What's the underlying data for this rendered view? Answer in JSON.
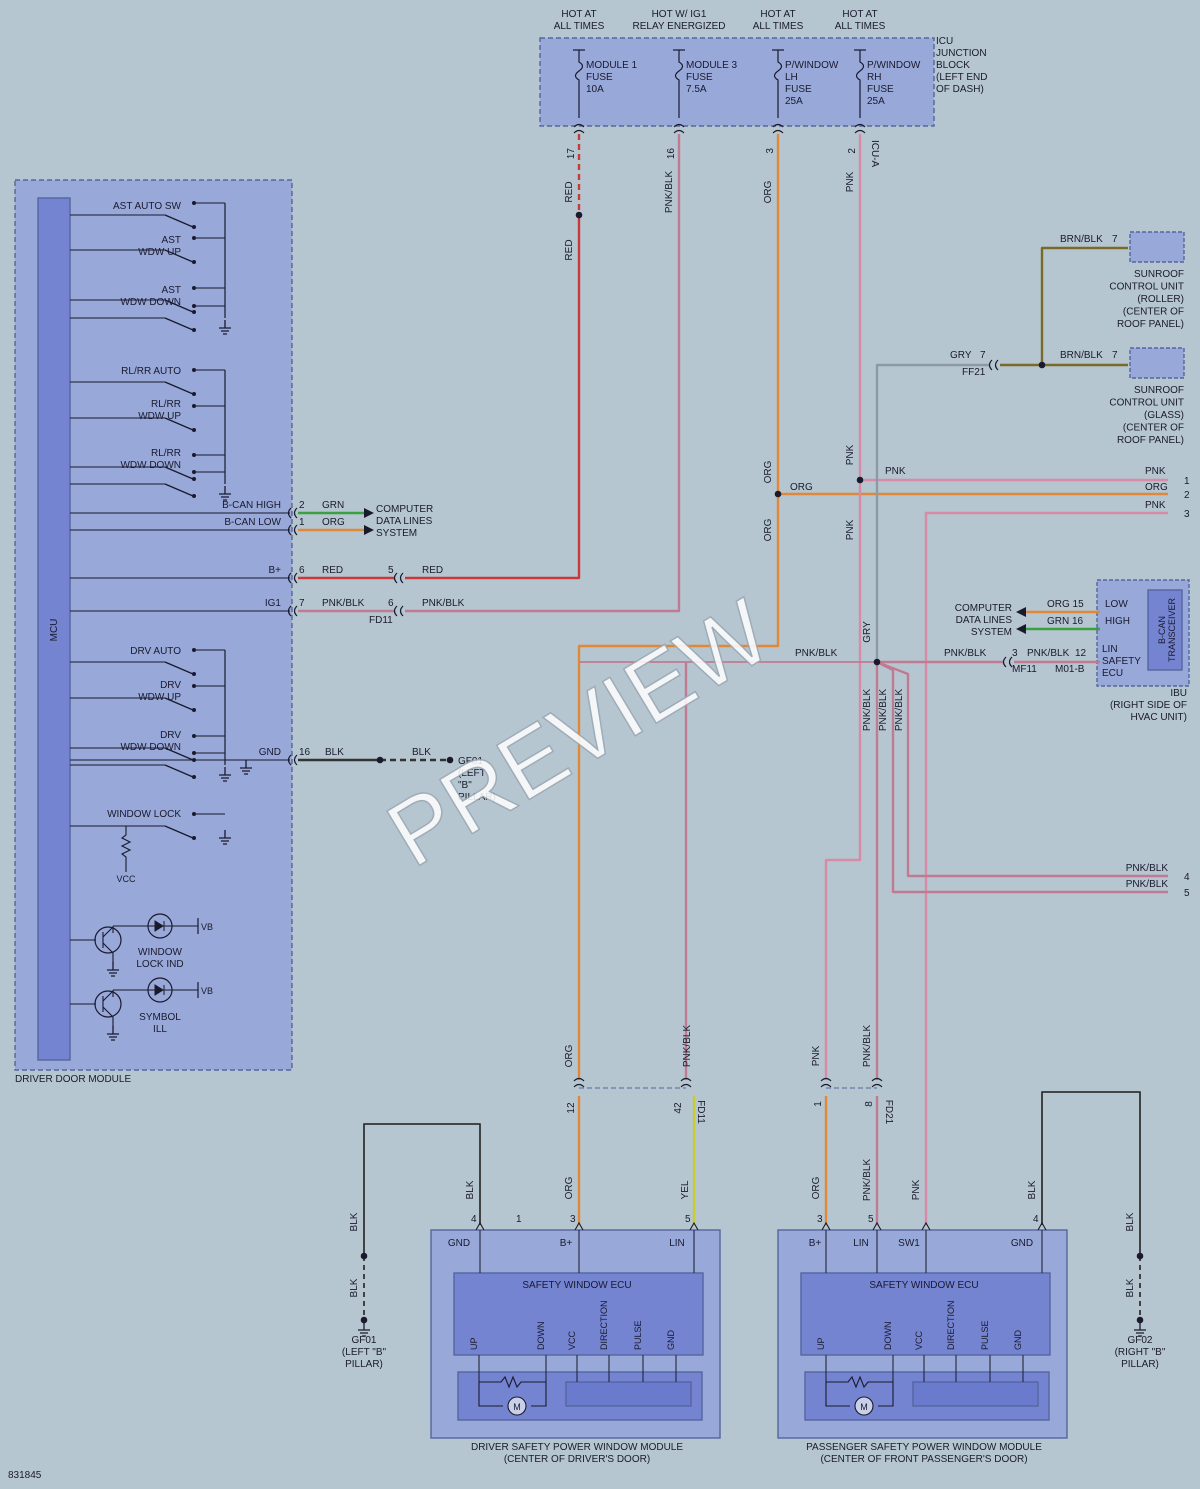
{
  "diagram_id": "831845",
  "watermark": "PREVIEW",
  "colors": {
    "background": "#b6c6d0",
    "module_fill": "#98a8d8",
    "module_stroke": "#5565a0",
    "ecu_fill": "#7484d0",
    "wire_red": "#c83a3a",
    "wire_org": "#e08838",
    "wire_pnk": "#d88aa6",
    "wire_pnk_blk": "#c07a92",
    "wire_grn": "#3aa040",
    "wire_blk": "#333333",
    "wire_gry": "#8c9aa6",
    "wire_brn": "#7a6a2a",
    "wire_yel": "#c8cc30",
    "symbol_dark": "#1a1a2e"
  },
  "icu": {
    "label_lines": [
      "ICU",
      "JUNCTION",
      "BLOCK",
      "(LEFT END",
      "OF DASH)"
    ],
    "headers": [
      [
        "HOT AT",
        "ALL TIMES"
      ],
      [
        "HOT W/ IG1",
        "RELAY ENERGIZED"
      ],
      [
        "HOT AT",
        "ALL TIMES"
      ],
      [
        "HOT AT",
        "ALL TIMES"
      ]
    ],
    "fuses": [
      [
        "MODULE 1",
        "FUSE",
        "10A"
      ],
      [
        "MODULE 3",
        "FUSE",
        "7.5A"
      ],
      [
        "P/WINDOW",
        "LH",
        "FUSE",
        "25A"
      ],
      [
        "P/WINDOW",
        "RH",
        "FUSE",
        "25A"
      ]
    ],
    "pins": [
      "17",
      "16",
      "3",
      "2"
    ],
    "connector": "ICU-A"
  },
  "ddm": {
    "label": "DRIVER DOOR MODULE",
    "mcu": "MCU",
    "switches": [
      [
        "AST AUTO SW"
      ],
      [
        "AST",
        "WDW UP"
      ],
      [
        "AST",
        "WDW DOWN"
      ],
      [
        "RL/RR AUTO"
      ],
      [
        "RL/RR",
        "WDW UP"
      ],
      [
        "RL/RR",
        "WDW DOWN"
      ],
      [
        "DRV AUTO"
      ],
      [
        "DRV",
        "WDW UP"
      ],
      [
        "DRV",
        "WDW DOWN"
      ],
      [
        "WINDOW LOCK"
      ]
    ],
    "vcc": "VCC",
    "indicators": [
      {
        "lines": [
          "WINDOW",
          "LOCK IND"
        ],
        "vb": "VB"
      },
      {
        "lines": [
          "SYMBOL",
          "ILL"
        ],
        "vb": "VB"
      }
    ],
    "pins": {
      "bcan_high": {
        "name": "B-CAN HIGH",
        "pin": "2",
        "wire": "GRN"
      },
      "bcan_low": {
        "name": "B-CAN LOW",
        "pin": "1",
        "wire": "ORG"
      },
      "bplus": {
        "name": "B+",
        "pin": "6",
        "wire": "RED"
      },
      "ig1": {
        "name": "IG1",
        "pin": "7",
        "wire": "PNK/BLK"
      },
      "gnd": {
        "name": "GND",
        "pin": "16",
        "wire": "BLK"
      }
    }
  },
  "cdl_left": [
    "COMPUTER",
    "DATA LINES",
    "SYSTEM"
  ],
  "cdl_right": [
    "COMPUTER",
    "DATA LINES",
    "SYSTEM"
  ],
  "fd11": {
    "name": "FD11",
    "pins": [
      "5",
      "6"
    ],
    "wires": [
      "RED",
      "PNK/BLK"
    ]
  },
  "gf01_mid": {
    "wire": "BLK",
    "lines": [
      "GF01",
      "(LEFT",
      "\"B\"",
      "PILLAR)"
    ]
  },
  "wires": {
    "red": "RED",
    "pnkblk": "PNK/BLK",
    "org": "ORG",
    "pnk": "PNK",
    "gry": "GRY",
    "grn": "GRN",
    "blk": "BLK",
    "brnblk": "BRN/BLK",
    "yel": "YEL"
  },
  "sunroof": [
    {
      "lines": [
        "SUNROOF",
        "CONTROL UNIT",
        "(ROLLER)",
        "(CENTER OF",
        "ROOF PANEL)"
      ],
      "pin": "7",
      "wire": "BRN/BLK"
    },
    {
      "lines": [
        "SUNROOF",
        "CONTROL UNIT",
        "(GLASS)",
        "(CENTER OF",
        "ROOF PANEL)"
      ],
      "pin": "7",
      "wire": "BRN/BLK"
    }
  ],
  "ff21": {
    "name": "FF21",
    "pin": "7",
    "wire": "GRY"
  },
  "offpage": [
    "1",
    "2",
    "3",
    "4",
    "5"
  ],
  "ibu": {
    "lines": [
      "IBU",
      "(RIGHT SIDE OF",
      "HVAC UNIT)"
    ],
    "pins": [
      {
        "name": "LOW",
        "pin": "15",
        "wire": "ORG"
      },
      {
        "name": "HIGH",
        "pin": "16",
        "wire": "GRN"
      },
      {
        "name": "LIN",
        "pin": "12",
        "wire": "PNK/BLK"
      }
    ],
    "lin_lines": [
      "LIN",
      "SAFETY",
      "ECU"
    ],
    "transceiver": [
      "B-CAN",
      "TRANSCEIVER"
    ],
    "mf11": {
      "name": "MF11",
      "pin": "3"
    },
    "m01b": "M01-B"
  },
  "fd21": {
    "name": "FD21",
    "pins": [
      "1",
      "8"
    ]
  },
  "fd11_bottom": {
    "name": "FD11",
    "pins": [
      "12",
      "42"
    ]
  },
  "driver_module": {
    "lines": [
      "DRIVER SAFETY POWER WINDOW MODULE",
      "(CENTER OF DRIVER'S DOOR)"
    ],
    "ecu": "SAFETY WINDOW ECU",
    "terminals": [
      "GND",
      "B+",
      "LIN"
    ],
    "pins": [
      "4",
      "1",
      "3",
      "5"
    ],
    "internal": [
      "UP",
      "DOWN",
      "VCC",
      "DIRECTION",
      "PULSE",
      "GND"
    ],
    "motor": "M"
  },
  "passenger_module": {
    "lines": [
      "PASSENGER SAFETY POWER WINDOW MODULE",
      "(CENTER OF FRONT PASSENGER'S DOOR)"
    ],
    "ecu": "SAFETY WINDOW ECU",
    "terminals": [
      "B+",
      "LIN",
      "SW1",
      "GND"
    ],
    "pins": [
      "3",
      "5",
      "4"
    ],
    "internal": [
      "UP",
      "DOWN",
      "VCC",
      "DIRECTION",
      "PULSE",
      "GND"
    ],
    "motor": "M"
  },
  "grounds": [
    {
      "lines": [
        "GF01",
        "(LEFT \"B\"",
        "PILLAR)"
      ],
      "wire": "BLK"
    },
    {
      "lines": [
        "GF02",
        "(RIGHT \"B\"",
        "PILLAR)"
      ],
      "wire": "BLK"
    }
  ]
}
